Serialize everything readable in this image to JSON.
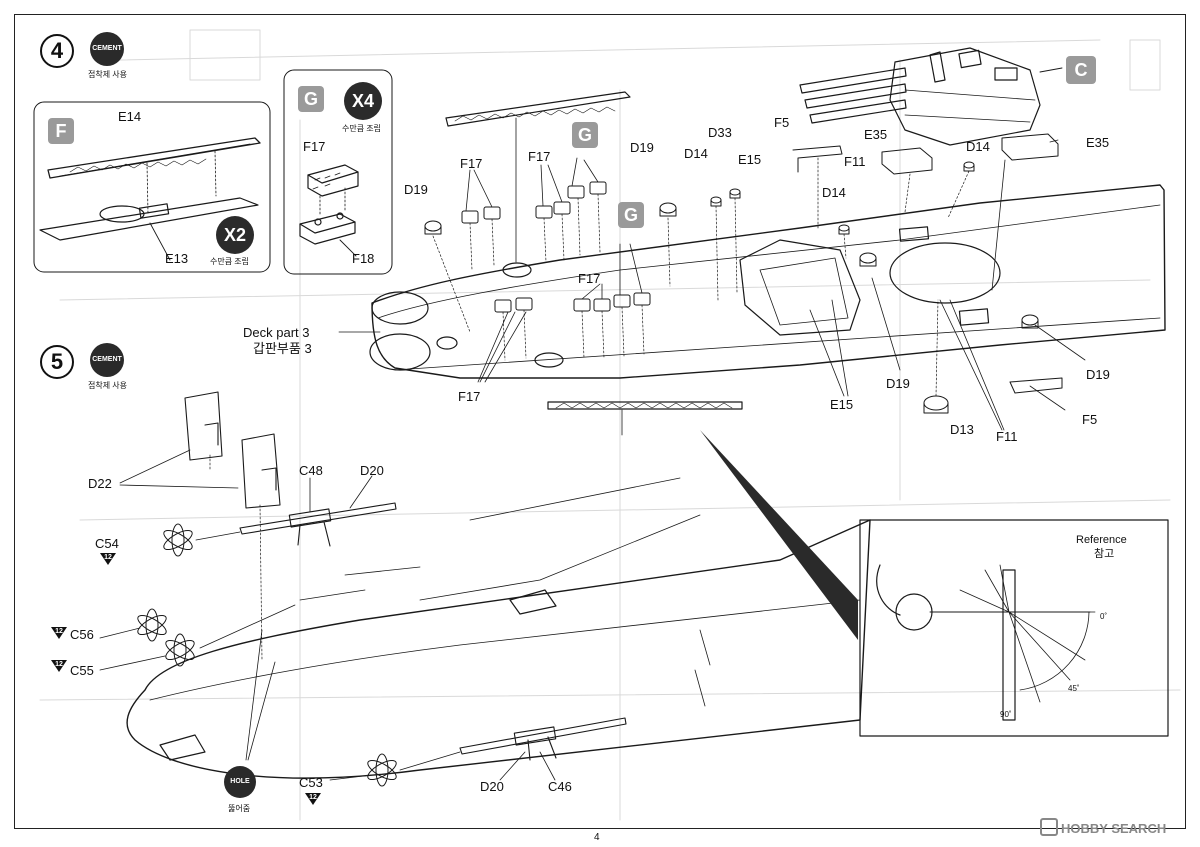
{
  "page": {
    "number": "4"
  },
  "watermark": {
    "label": "HOBBY SEARCH",
    "icon": "hobbysearch-logo-icon"
  },
  "step4": {
    "number": "4",
    "cement_badge": "CEMENT",
    "cement_note": "접착제 사용"
  },
  "step5": {
    "number": "5",
    "cement_badge": "CEMENT",
    "cement_note": "접착제 사용"
  },
  "inset_f": {
    "tag": "F",
    "parts": {
      "e14": "E14",
      "e13": "E13"
    },
    "qty": "X2",
    "qty_note": "수만큼 조립"
  },
  "inset_g": {
    "tag": "G",
    "parts": {
      "f17": "F17",
      "f18": "F18"
    },
    "qty": "X4",
    "qty_note": "수만큼 조립"
  },
  "deck_labels": {
    "tag_c": "C",
    "tag_g1": "G",
    "tag_g2": "G",
    "f17_a": "F17",
    "f17_b": "F17",
    "f17_c": "F17",
    "f17_d": "F17",
    "d19_a": "D19",
    "d19_b": "D19",
    "d19_c": "D19",
    "d19_d": "D19",
    "d33": "D33",
    "d14_a": "D14",
    "d14_b": "D14",
    "d14_c": "D14",
    "e15_a": "E15",
    "e15_b": "E15",
    "f5_a": "F5",
    "f5_b": "F5",
    "f11_a": "F11",
    "f11_b": "F11",
    "e35_a": "E35",
    "e35_b": "E35",
    "d13": "D13",
    "deck_part_en": "Deck part 3",
    "deck_part_ko": "갑판부품 3"
  },
  "stern_labels": {
    "d22": "D22",
    "c48": "C48",
    "d20_a": "D20",
    "d20_b": "D20",
    "c54": "C54",
    "c56": "C56",
    "c55": "C55",
    "c53": "C53",
    "c46": "C46",
    "badge_12_a": "12",
    "badge_12_b": "12",
    "badge_12_c": "12",
    "badge_12_d": "12",
    "hole_badge": "HOLE",
    "hole_note": "뚫어줌"
  },
  "reference": {
    "title_en": "Reference",
    "title_ko": "참고",
    "angle_0": "0˚",
    "angle_45": "45˚",
    "angle_90": "90˚"
  }
}
